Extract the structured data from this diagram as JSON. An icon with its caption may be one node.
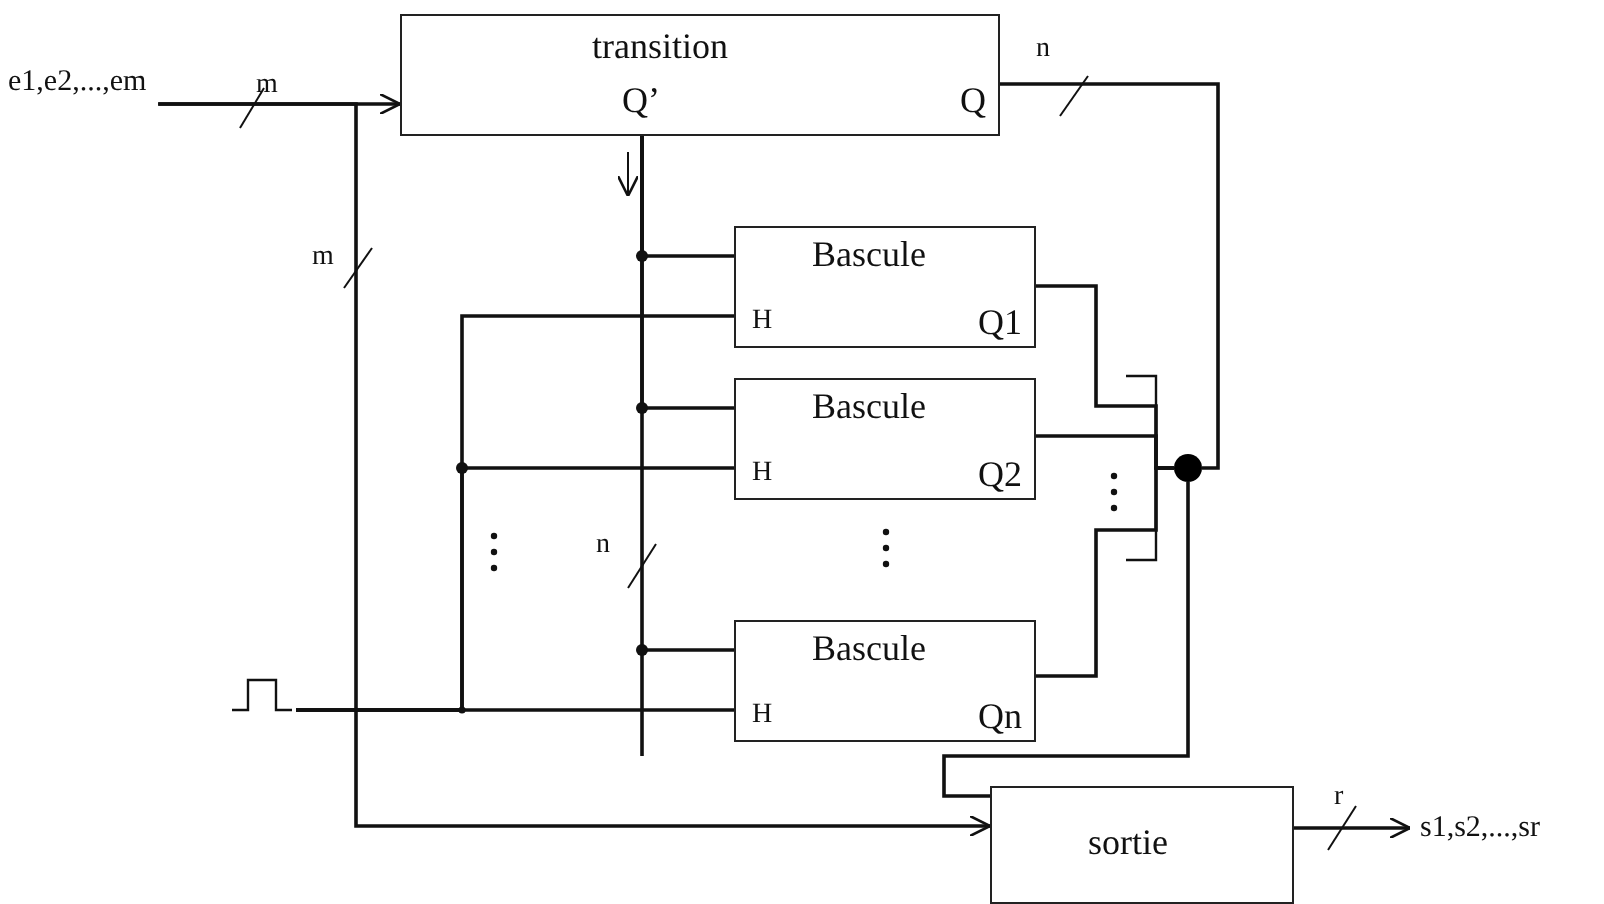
{
  "diagram": {
    "nodes": [
      {
        "text": [
          "e1,e2,...,em"
        ]
      },
      {
        "text": [
          "transition",
          "Q’",
          "Q"
        ]
      },
      {
        "text": [
          "Bascule",
          "H",
          "Q1"
        ]
      },
      {
        "text": [
          "Bascule",
          "H",
          "Q2"
        ]
      },
      {
        "text": [
          "Bascule",
          "H",
          "Qn"
        ]
      },
      {
        "text": [
          "sortie"
        ]
      },
      {
        "text": [
          "s1,s2,...,sr"
        ]
      },
      {
        "text": [],
        "shape": "picture"
      },
      {
        "text": [],
        "shape": "circle"
      }
    ],
    "edges": [
      {
        "from": 0,
        "to": 1,
        "arrow": "to",
        "label": "m"
      },
      {
        "from": 0,
        "to": 5,
        "arrow": "to",
        "label": "m"
      },
      {
        "from": 1,
        "to": 2,
        "arrow": "none"
      },
      {
        "from": 1,
        "to": 3,
        "arrow": "none"
      },
      {
        "from": 1,
        "to": 4,
        "arrow": "none",
        "label": "n"
      },
      {
        "from": 7,
        "to": 2,
        "arrow": "none"
      },
      {
        "from": 7,
        "to": 3,
        "arrow": "none"
      },
      {
        "from": 7,
        "to": 4,
        "arrow": "none"
      },
      {
        "from": 2,
        "to": 8,
        "arrow": "none"
      },
      {
        "from": 3,
        "to": 8,
        "arrow": "none"
      },
      {
        "from": 4,
        "to": 8,
        "arrow": "none"
      },
      {
        "from": 1,
        "to": 8,
        "arrow": "none",
        "label": "n"
      },
      {
        "from": 8,
        "to": 5,
        "arrow": "none"
      },
      {
        "from": 5,
        "to": 6,
        "arrow": "to",
        "label": "r"
      }
    ]
  }
}
